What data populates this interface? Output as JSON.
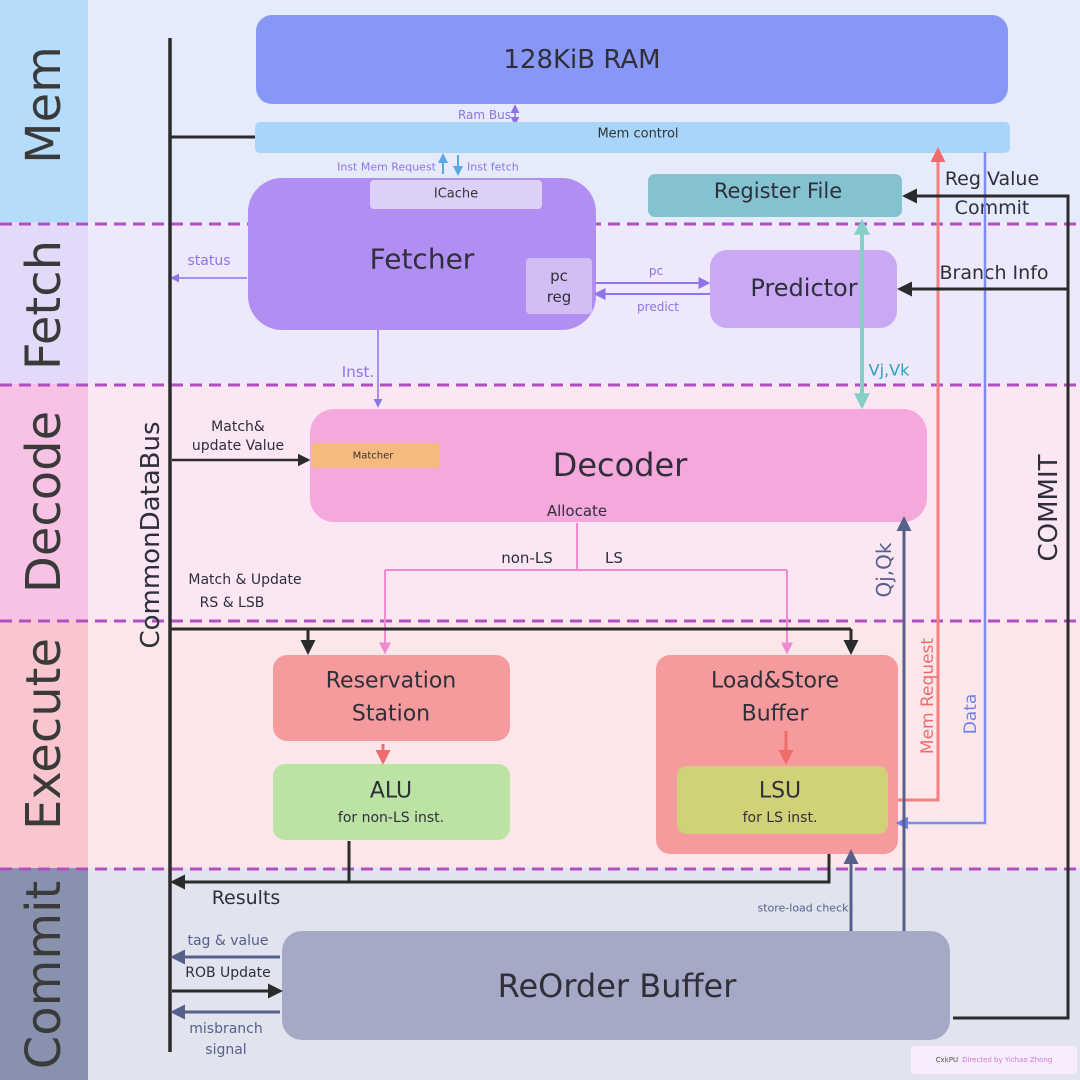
{
  "stages": [
    "Mem",
    "Fetch",
    "Decode",
    "Execute",
    "Commit"
  ],
  "blocks": {
    "ram": "128KiB RAM",
    "mem_control": "Mem control",
    "icache": "ICache",
    "fetcher": "Fetcher",
    "pc_reg_line1": "pc",
    "pc_reg_line2": "reg",
    "predictor": "Predictor",
    "register_file": "Register File",
    "decoder": "Decoder",
    "matcher": "Matcher",
    "allocate": "Allocate",
    "rs_line1": "Reservation",
    "rs_line2": "Station",
    "lsb_line1": "Load&Store",
    "lsb_line2": "Buffer",
    "alu": "ALU",
    "alu_sub": "for non-LS inst.",
    "lsu": "LSU",
    "lsu_sub": "for LS inst.",
    "rob": "ReOrder Buffer"
  },
  "labels": {
    "ram_bus": "Ram Bus",
    "inst_mem_request": "Inst Mem Request",
    "inst_fetch": "Inst fetch",
    "reg_value": "Reg Value",
    "commit_label": "Commit",
    "status": "status",
    "pc": "pc",
    "predict": "predict",
    "branch_info": "Branch Info",
    "inst": "Inst.",
    "vj_vk": "Vj,Vk",
    "match_update_line1": "Match&",
    "match_update_line2": "update Value",
    "cdb": "CommonDataBus",
    "commit_vertical": "COMMIT",
    "non_ls": "non-LS",
    "ls": "LS",
    "qj_qk": "Qj,Qk",
    "match_rs_lsb_line1": "Match & Update",
    "match_rs_lsb_line2": "RS & LSB",
    "mem_request": "Mem Request",
    "data": "Data",
    "results": "Results",
    "store_load_check": "store-load check",
    "tag_value": "tag & value",
    "rob_update": "ROB Update",
    "misbranch_line1": "misbranch",
    "misbranch_line2": "signal"
  },
  "credit": {
    "name": "CxkPU",
    "directed": "Directed by Yichao Zhong"
  },
  "colors": {
    "mem_band": "#b5dcfa",
    "fetch_band": "#e3d9f8",
    "decode_band": "#f8c2e4",
    "execute_band": "#f9c6cf",
    "commit_band": "#8891ad",
    "ram": "#8897f5",
    "fetcher": "#b08ef2",
    "decoder": "#f4a8dc",
    "rs": "#f69b9d",
    "alu": "#bce2a4",
    "lsu": "#d1d178",
    "rob": "#a6a9c5",
    "dashed_divider": "#b04fbf",
    "mem_request_line": "#f57f7f",
    "data_line": "#7c8cef",
    "vjvk_arrow": "#86cfc6"
  }
}
